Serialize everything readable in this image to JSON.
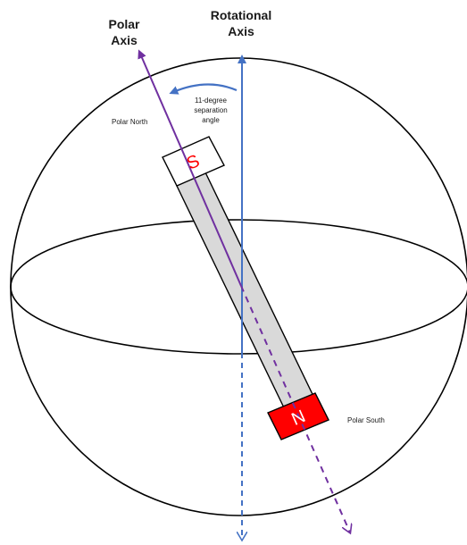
{
  "labels": {
    "polar_axis_line1": "Polar",
    "polar_axis_line2": "Axis",
    "rotational_axis_line1": "Rotational",
    "rotational_axis_line2": "Axis",
    "angle_line1": "11-degree",
    "angle_line2": "separation",
    "angle_line3": "angle",
    "polar_north": "Polar North",
    "polar_south": "Polar South",
    "magnet_south_pole": "S",
    "magnet_north_pole": "N"
  },
  "values": {
    "separation_angle_degrees": 11
  },
  "colors": {
    "polar_axis": "#7030a0",
    "rotational_axis": "#4472c4",
    "magnet_body": "#d9d9d9",
    "magnet_north_fill": "#ff0000",
    "magnet_north_text": "#ffffff",
    "magnet_south_fill": "#ffffff",
    "magnet_south_text": "#ff0000",
    "outline": "#000000"
  }
}
